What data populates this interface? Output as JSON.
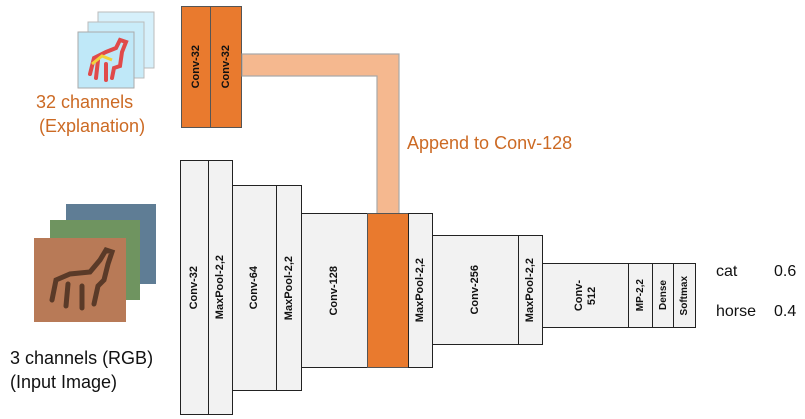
{
  "explanation": {
    "caption_line1": "32 channels",
    "caption_line2": "(Explanation)",
    "layers": [
      "Conv-32",
      "Conv-32"
    ],
    "color": "#e97a2e"
  },
  "append_label": "Append to Conv-128",
  "input": {
    "caption_line1": "3 channels (RGB)",
    "caption_line2": "(Input Image)"
  },
  "network": {
    "layers": [
      "Conv-32",
      "MaxPool-2,2",
      "Conv-64",
      "MaxPool-2,2",
      "Conv-128",
      "",
      "MaxPool-2,2",
      "Conv-256",
      "MaxPool-2,2",
      "Conv-\n512",
      "MP-2,2",
      "Dense",
      "Softmax"
    ]
  },
  "outputs": [
    {
      "label": "cat",
      "value": "0.6"
    },
    {
      "label": "horse",
      "value": "0.4"
    }
  ],
  "colors": {
    "accent": "#e97a2e",
    "arrow": "#f4b183",
    "text_accent": "#cc6a24"
  }
}
